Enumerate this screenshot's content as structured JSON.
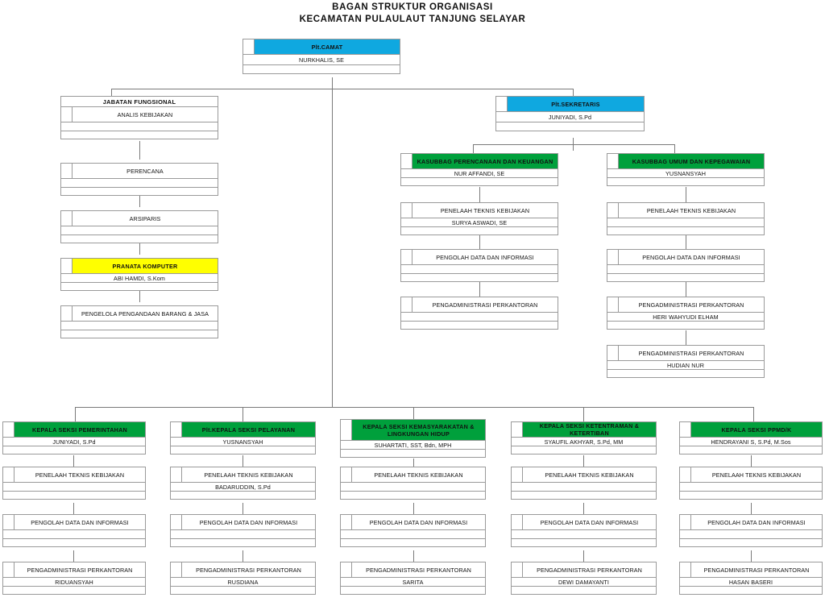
{
  "title": {
    "line1": "BAGAN  STRUKTUR  ORGANISASI",
    "line2": "KECAMATAN  PULAULAUT  TANJUNG  SELAYAR"
  },
  "colors": {
    "blue": "#0FA8E0",
    "green": "#00A03C",
    "yellow": "#FFFF00",
    "border": "#9a9a9a",
    "line": "#7a7a7a"
  },
  "chart_data": {
    "type": "diagram",
    "diagram_type": "organization-chart",
    "title": "BAGAN  STRUKTUR  ORGANISASI KECAMATAN  PULAULAUT  TANJUNG  SELAYAR"
  },
  "nodes": {
    "camat": {
      "title": "Plt.CAMAT",
      "name": "NURKHALIS, SE",
      "extra": "",
      "fill": "blue"
    },
    "jabatan_fungsional": {
      "title": "JABATAN FUNGSIONAL",
      "fill": "none"
    },
    "sekretaris": {
      "title": "Plt.SEKRETARIS",
      "name": "JUNIYADI, S.Pd",
      "extra": "",
      "fill": "blue"
    },
    "fungsional_items": [
      {
        "title": "ANALIS KEBIJAKAN",
        "name": "",
        "extra": "",
        "fill": "none"
      },
      {
        "title": "PERENCANA",
        "name": "",
        "extra": "",
        "fill": "none"
      },
      {
        "title": "ARSIPARIS",
        "name": "",
        "extra": "",
        "fill": "none"
      },
      {
        "title": "PRANATA KOMPUTER",
        "name": "ABI HAMDI, S.Kom",
        "extra": "",
        "fill": "yellow"
      },
      {
        "title": "PENGELOLA PENGANDAAN BARANG & JASA",
        "name": "",
        "extra": "",
        "fill": "none"
      }
    ],
    "kasubbag_keuangan": {
      "head": {
        "title": "KASUBBAG PERENCANAAN DAN KEUANGAN",
        "name": "NUR AFFANDI, SE",
        "extra": "",
        "fill": "green"
      },
      "children": [
        {
          "title": "PENELAAH TEKNIS KEBIJAKAN",
          "name": "SURYA ASWADI, SE",
          "extra": "",
          "fill": "none"
        },
        {
          "title": "PENGOLAH DATA DAN INFORMASI",
          "name": "",
          "extra": "",
          "fill": "none"
        },
        {
          "title": "PENGADMINISTRASI PERKANTORAN",
          "name": "",
          "extra": "",
          "fill": "none"
        }
      ]
    },
    "kasubbag_umum": {
      "head": {
        "title": "KASUBBAG UMUM DAN KEPEGAWAIAN",
        "name": "YUSNANSYAH",
        "extra": "",
        "fill": "green"
      },
      "children": [
        {
          "title": "PENELAAH TEKNIS KEBIJAKAN",
          "name": "",
          "extra": "",
          "fill": "none"
        },
        {
          "title": "PENGOLAH DATA DAN INFORMASI",
          "name": "",
          "extra": "",
          "fill": "none"
        },
        {
          "title": "PENGADMINISTRASI PERKANTORAN",
          "name": "HERI WAHYUDI ELHAM",
          "extra": "",
          "fill": "none"
        },
        {
          "title": "PENGADMINISTRASI PERKANTORAN",
          "name": "HUDIAN NUR",
          "extra": "",
          "fill": "none"
        }
      ]
    },
    "seksi": [
      {
        "head": {
          "title": "KEPALA SEKSI PEMERINTAHAN",
          "name": "JUNIYADI, S.Pd",
          "extra": "",
          "fill": "green"
        },
        "children": [
          {
            "title": "PENELAAH TEKNIS KEBIJAKAN",
            "name": "",
            "extra": "",
            "fill": "none"
          },
          {
            "title": "PENGOLAH DATA DAN INFORMASI",
            "name": "",
            "extra": "",
            "fill": "none"
          },
          {
            "title": "PENGADMINISTRASI PERKANTORAN",
            "name": "RIDUANSYAH",
            "extra": "",
            "fill": "none"
          }
        ]
      },
      {
        "head": {
          "title": "Plt.KEPALA SEKSI PELAYANAN",
          "name": "YUSNANSYAH",
          "extra": "",
          "fill": "green"
        },
        "children": [
          {
            "title": "PENELAAH TEKNIS KEBIJAKAN",
            "name": "BADARUDDIN, S.Pd",
            "extra": "",
            "fill": "none"
          },
          {
            "title": "PENGOLAH DATA DAN INFORMASI",
            "name": "",
            "extra": "",
            "fill": "none"
          },
          {
            "title": "PENGADMINISTRASI PERKANTORAN",
            "name": "RUSDIANA",
            "extra": "",
            "fill": "none"
          }
        ]
      },
      {
        "head": {
          "title": "KEPALA SEKSI KEMASYARAKATAN & LINGKUNGAN HIDUP",
          "name": "SUHARTATI, SST, Bdn, MPH",
          "extra": "",
          "fill": "green"
        },
        "children": [
          {
            "title": "PENELAAH TEKNIS KEBIJAKAN",
            "name": "",
            "extra": "",
            "fill": "none"
          },
          {
            "title": "PENGOLAH DATA DAN INFORMASI",
            "name": "",
            "extra": "",
            "fill": "none"
          },
          {
            "title": "PENGADMINISTRASI PERKANTORAN",
            "name": "SARITA",
            "extra": "",
            "fill": "none"
          }
        ]
      },
      {
        "head": {
          "title": "KEPALA SEKSI KETENTRAMAN & KETERTIBAN",
          "name": "SYAUFIL AKHYAR, S.Pd, MM",
          "extra": "",
          "fill": "green"
        },
        "children": [
          {
            "title": "PENELAAH TEKNIS KEBIJAKAN",
            "name": "",
            "extra": "",
            "fill": "none"
          },
          {
            "title": "PENGOLAH DATA DAN INFORMASI",
            "name": "",
            "extra": "",
            "fill": "none"
          },
          {
            "title": "PENGADMINISTRASI PERKANTORAN",
            "name": "DEWI DAMAYANTI",
            "extra": "",
            "fill": "none"
          }
        ]
      },
      {
        "head": {
          "title": "KEPALA SEKSI PPMD/K",
          "name": "HENDRAYANI S, S.Pd, M.Sos",
          "extra": "",
          "fill": "green"
        },
        "children": [
          {
            "title": "PENELAAH TEKNIS KEBIJAKAN",
            "name": "",
            "extra": "",
            "fill": "none"
          },
          {
            "title": "PENGOLAH DATA DAN INFORMASI",
            "name": "",
            "extra": "",
            "fill": "none"
          },
          {
            "title": "PENGADMINISTRASI PERKANTORAN",
            "name": "HASAN BASERI",
            "extra": "",
            "fill": "none"
          }
        ]
      }
    ]
  }
}
